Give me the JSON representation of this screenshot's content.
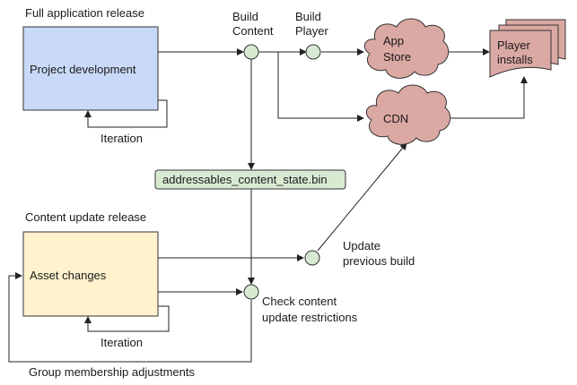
{
  "sections": {
    "full_release": "Full application release",
    "content_update": "Content update release"
  },
  "boxes": {
    "project_development": "Project development",
    "asset_changes": "Asset changes",
    "state_file": "addressables_content_state.bin",
    "player_installs_line1": "Player",
    "player_installs_line2": "installs"
  },
  "clouds": {
    "app_store_line1": "App",
    "app_store_line2": "Store",
    "cdn": "CDN"
  },
  "nodes": {
    "build_content_line1": "Build",
    "build_content_line2": "Content",
    "build_player_line1": "Build",
    "build_player_line2": "Player",
    "update_prev_line1": "Update",
    "update_prev_line2": "previous build",
    "check_content_line1": "Check content",
    "check_content_line2": "update restrictions"
  },
  "loops": {
    "iteration_top": "Iteration",
    "iteration_bottom": "Iteration",
    "group_membership": "Group membership adjustments"
  },
  "colors": {
    "project_box_fill": "#c9daf8",
    "asset_box_fill": "#fff2cc",
    "node_fill": "#d9ead3",
    "cloud_fill": "#dba9a3",
    "stroke": "#333333"
  }
}
